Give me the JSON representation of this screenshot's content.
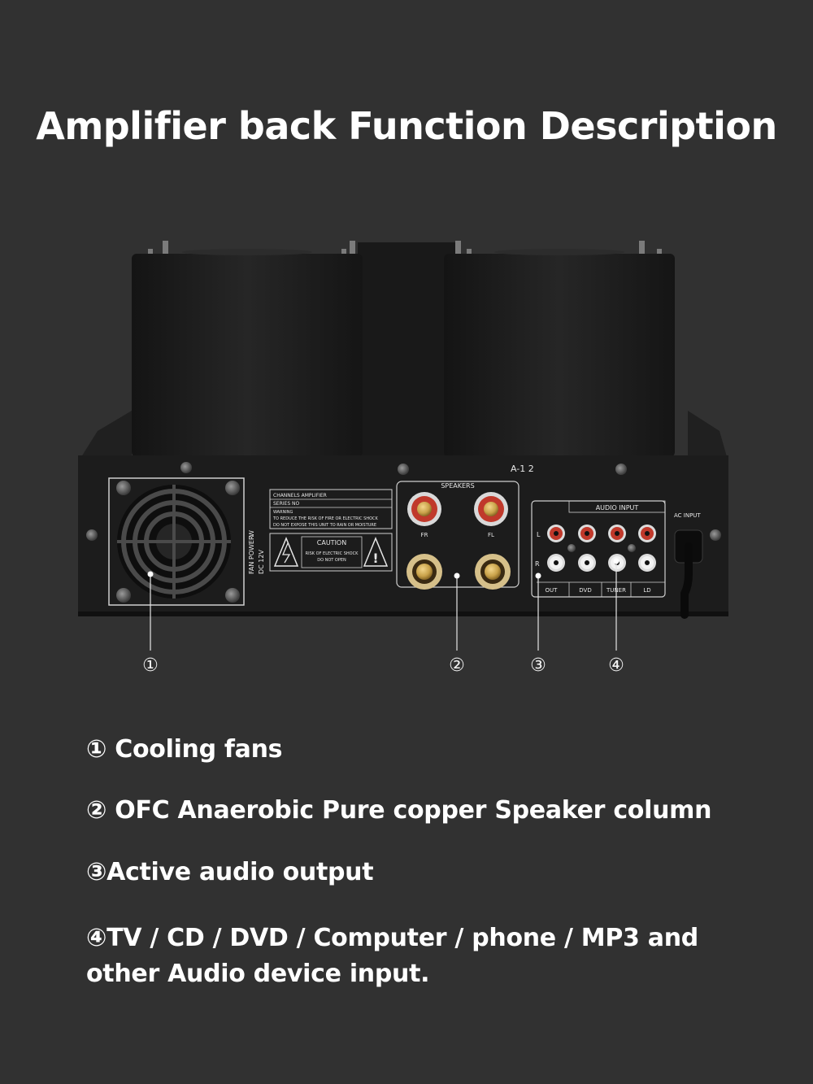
{
  "title": "Amplifier back Function Description",
  "panel": {
    "series_mark": "A-1 2",
    "label_lines": [
      "CHANNELS AMPLIFIER",
      "SERIES NO",
      "WARNING",
      "TO REDUCE THE RISK OF FIRE OR ELECTRIC SHOCK",
      "DO NOT EXPOSE THIS UNIT TO RAIN OR MOISTURE"
    ],
    "caution_title": "CAUTION",
    "caution_lines": [
      "RISK OF ELECTRIC SHOCK",
      "DO NOT OPEN"
    ],
    "fan_power_label": "FAN POWER",
    "fan_power_spec_1": "W",
    "fan_power_spec_2": "DC 12V",
    "speakers_label": "SPEAKERS",
    "speaker_fr": "FR",
    "speaker_fl": "FL",
    "audio_input_label": "AUDIO INPUT",
    "channel_l": "L",
    "channel_r": "R",
    "port_out": "OUT",
    "port_dvd": "DVD",
    "port_tuner": "TUNER",
    "port_ld": "LD",
    "ac_input": "AC INPUT"
  },
  "callouts": [
    "①",
    "②",
    "③",
    "④"
  ],
  "features": [
    "① Cooling fans",
    "② OFC Anaerobic Pure copper Speaker column",
    "③Active audio output",
    "④TV / CD / DVD / Computer / phone / MP3 and other Audio device input."
  ],
  "colors": {
    "background": "#313131",
    "chassis": "#1c1c1c",
    "gold_post": "#c9a24a",
    "rca_red": "#c0392b",
    "rca_white": "#e8e8e8"
  }
}
